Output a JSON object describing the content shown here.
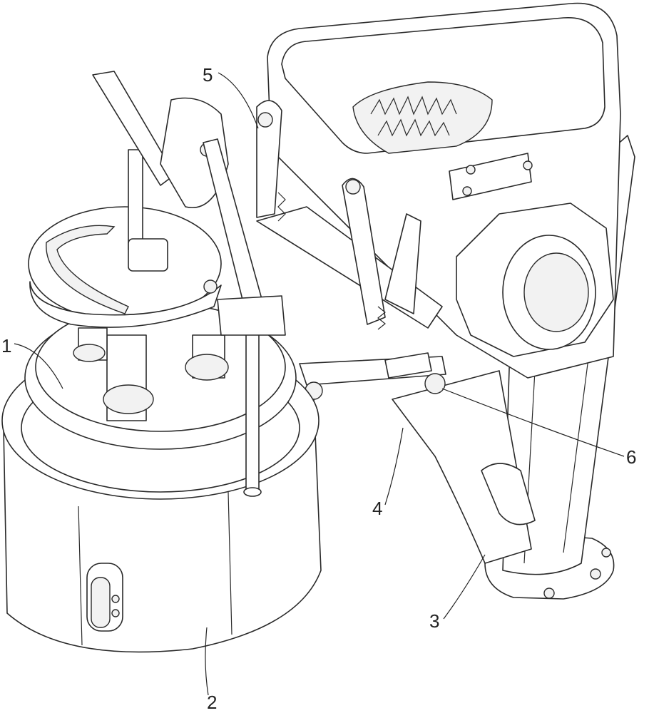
{
  "figure": {
    "labels": [
      {
        "id": "1",
        "text": "1"
      },
      {
        "id": "2",
        "text": "2"
      },
      {
        "id": "3",
        "text": "3"
      },
      {
        "id": "4",
        "text": "4"
      },
      {
        "id": "5",
        "text": "5"
      },
      {
        "id": "6",
        "text": "6"
      }
    ],
    "line_color": "#2a2a2a",
    "background": "#ffffff"
  }
}
